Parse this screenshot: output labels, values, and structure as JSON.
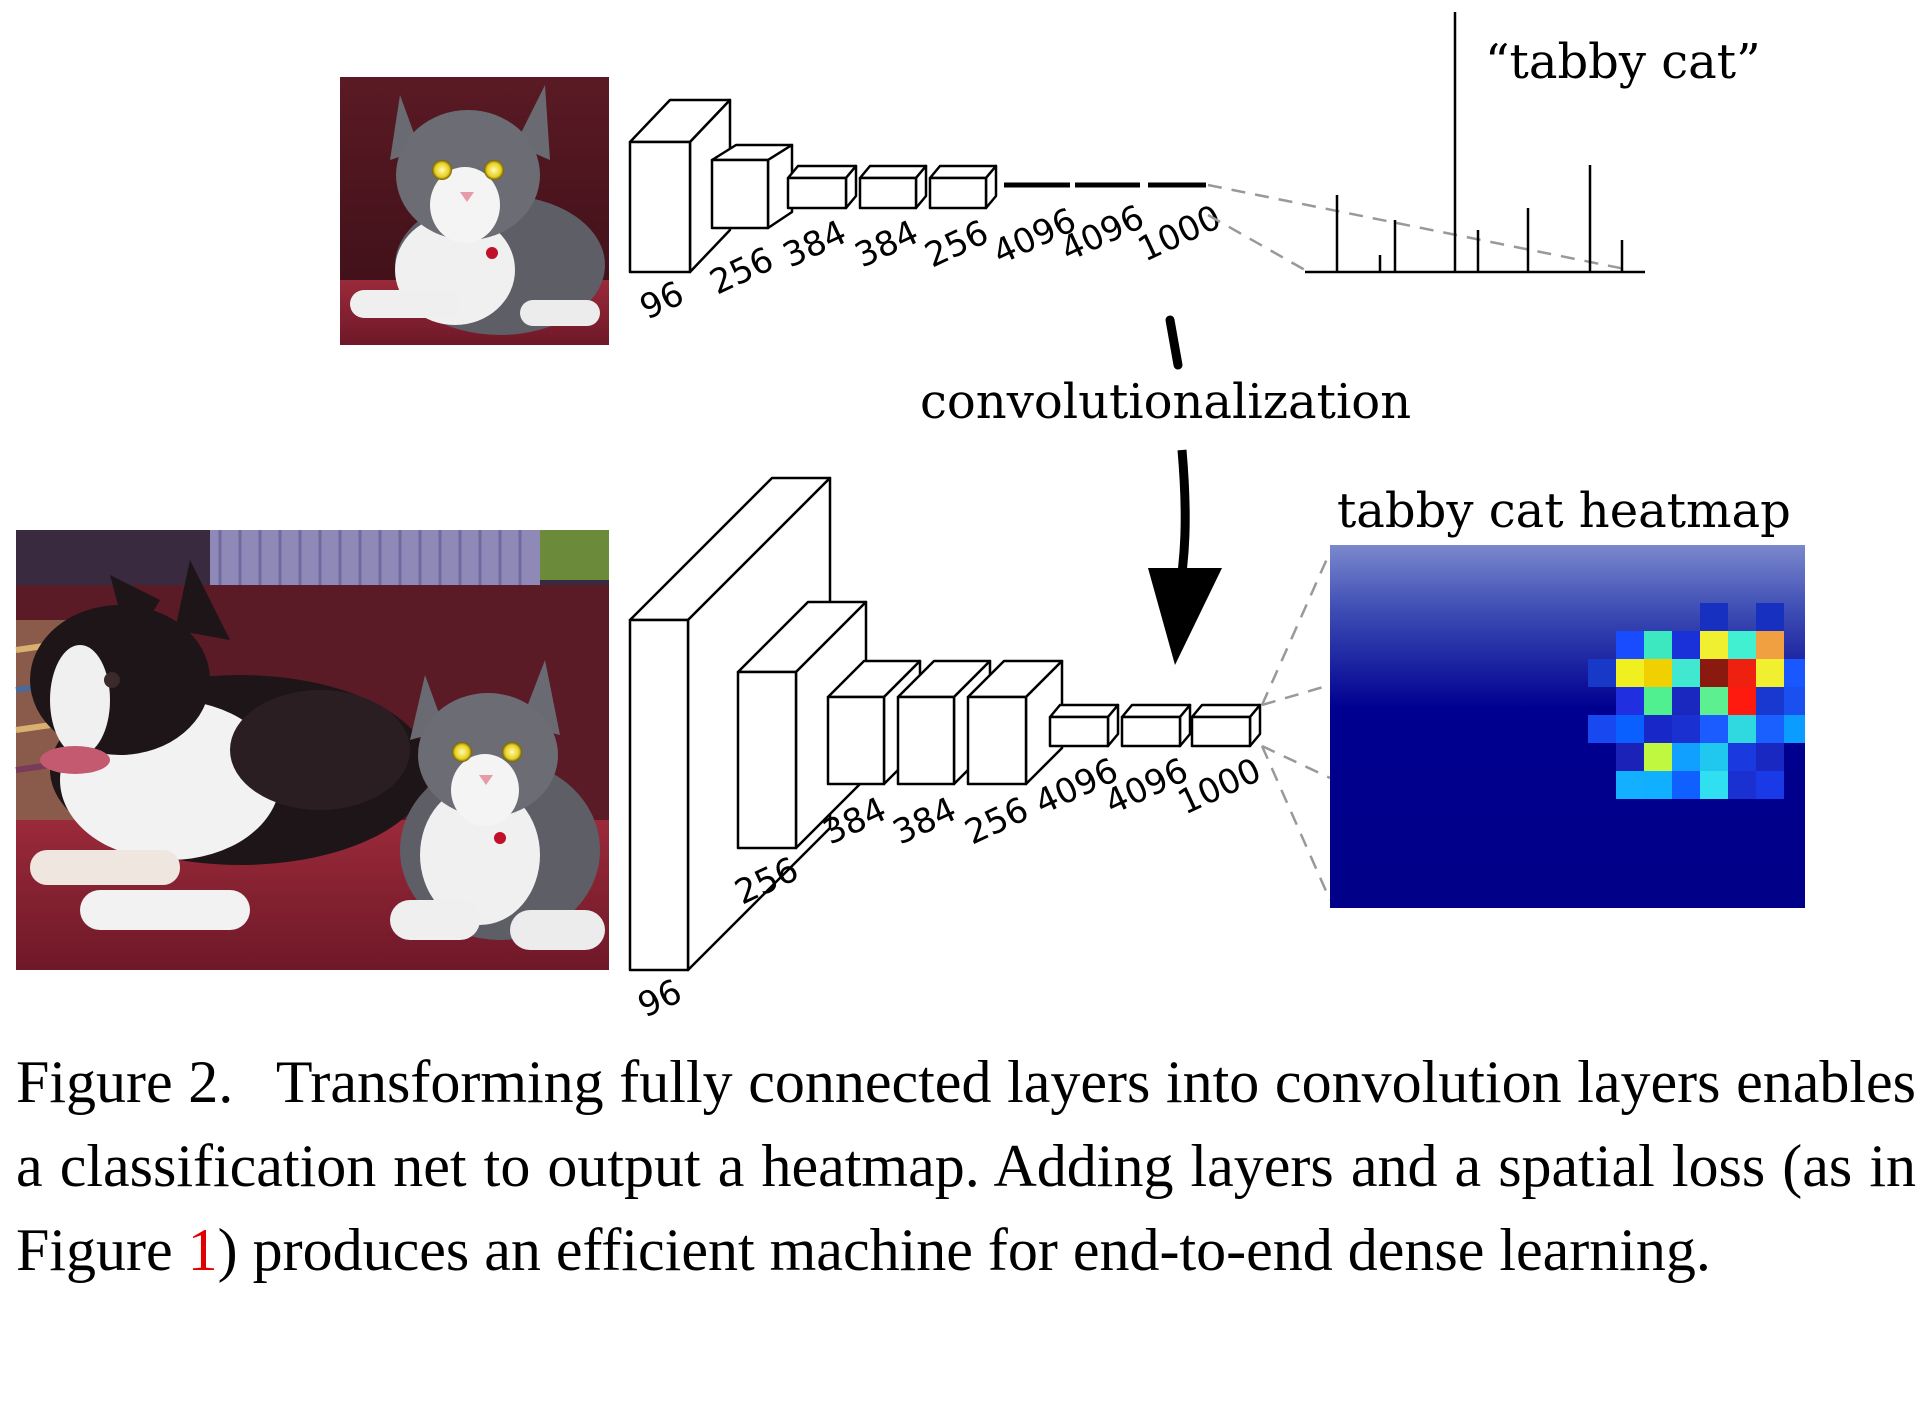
{
  "diagram": {
    "top_network": {
      "layer_labels": [
        "96",
        "256",
        "384",
        "384",
        "256",
        "4096",
        "4096",
        "1000"
      ],
      "output_label": "“tabby cat”"
    },
    "transform_label": "convolutionalization",
    "bottom_network": {
      "layer_labels": [
        "96",
        "256",
        "384",
        "384",
        "256",
        "4096",
        "4096",
        "1000"
      ],
      "output_label": "tabby cat heatmap"
    }
  },
  "caption": {
    "label": "Figure 2.",
    "text_before_ref": "Transforming fully connected layers into convolution layers enables a classification net to output a heatmap.  Adding layers and a spatial loss (as in Figure ",
    "ref": "1",
    "text_after_ref": ") produces an efficient machine for end-to-end dense learning."
  },
  "colors": {
    "reference_link": "#e00000",
    "heatmap_background": "#000088"
  }
}
